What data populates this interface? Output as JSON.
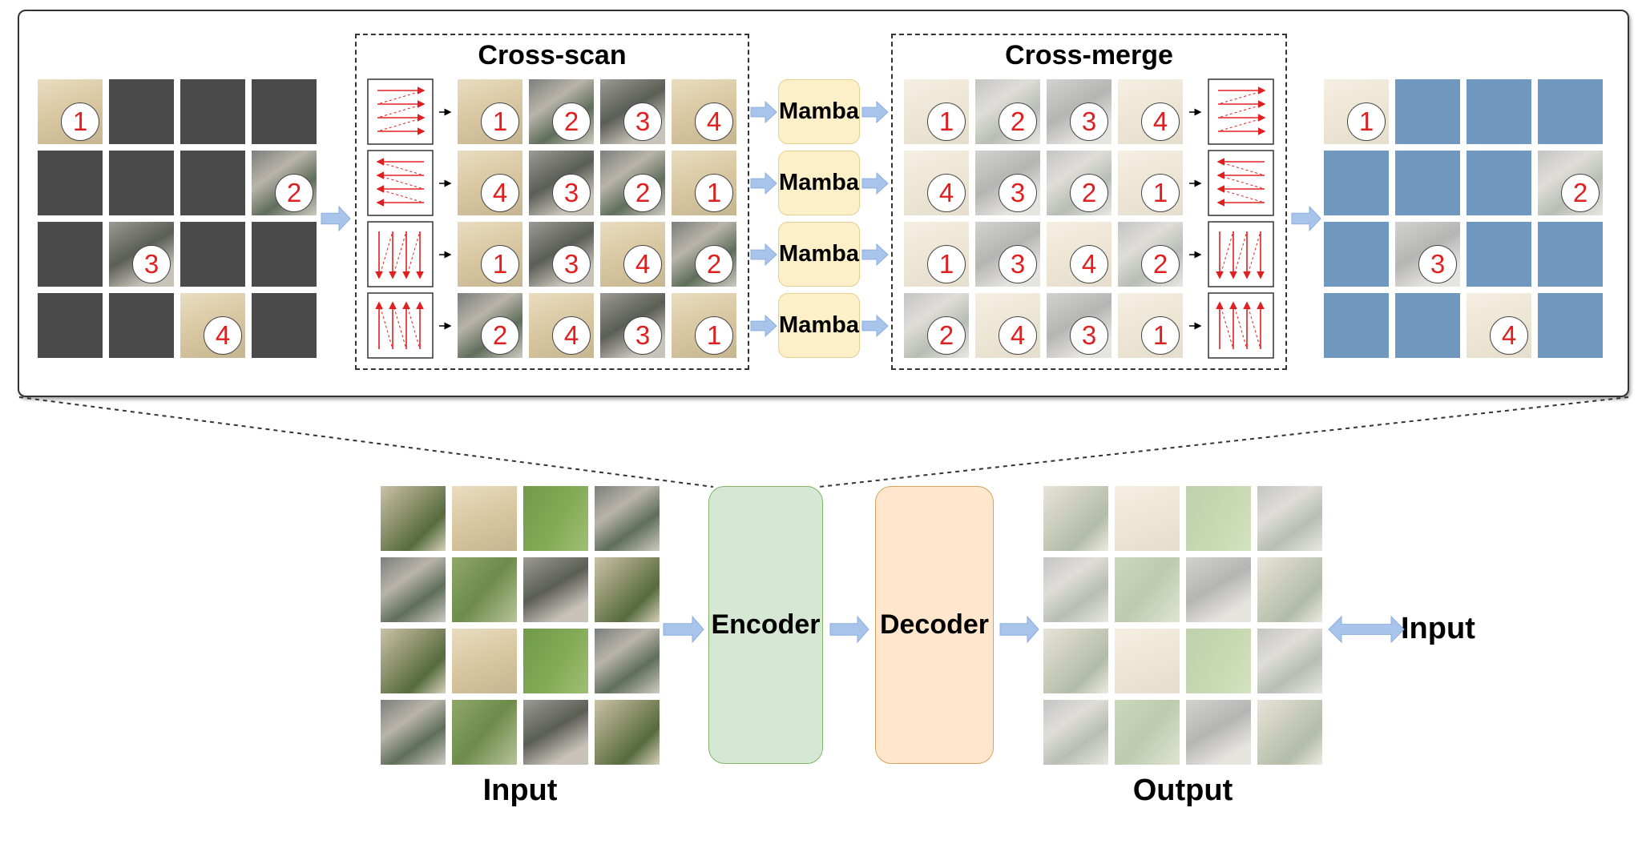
{
  "cross_scan": {
    "title": "Cross-scan"
  },
  "cross_merge": {
    "title": "Cross-merge"
  },
  "mamba_label": "Mamba",
  "encoder": {
    "label": "Encoder",
    "color": "#d5e8d4"
  },
  "decoder": {
    "label": "Decoder",
    "color": "#ffe6cc"
  },
  "labels": {
    "input_bottom": "Input",
    "output_bottom": "Output",
    "input_right": "Input"
  },
  "patch_numbers": [
    "1",
    "2",
    "3",
    "4"
  ],
  "scan_orders": [
    [
      "1",
      "2",
      "3",
      "4"
    ],
    [
      "4",
      "3",
      "2",
      "1"
    ],
    [
      "1",
      "3",
      "4",
      "2"
    ],
    [
      "2",
      "4",
      "3",
      "1"
    ]
  ],
  "colors": {
    "masked_tile": "#4a4a4a",
    "reconstructed_tile": "#7097bd",
    "arrow": "#a9c4eb",
    "number": "#e02020"
  }
}
